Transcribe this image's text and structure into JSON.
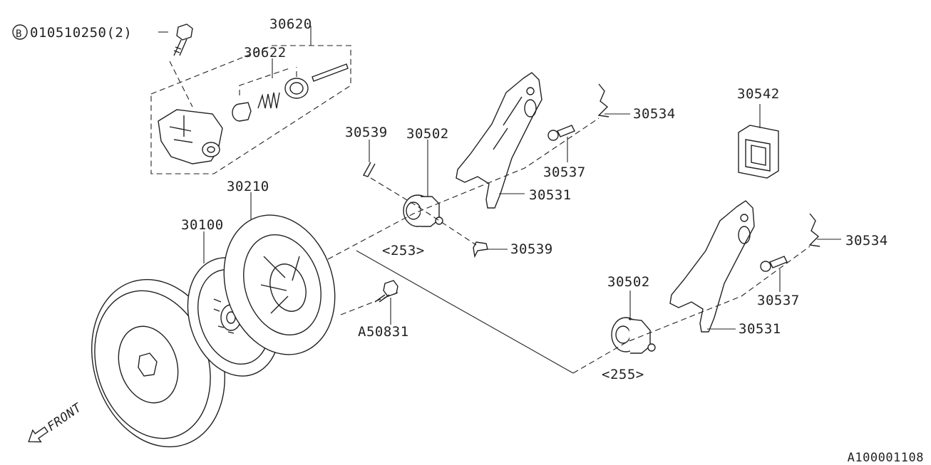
{
  "diagram": {
    "catalog_id": "A100001108",
    "front_label": "FRONT",
    "bolt_circle_letter": "B",
    "labels": {
      "bolt_spec": "010510250(2)",
      "p30620": "30620",
      "p30622": "30622",
      "p30210": "30210",
      "p30100": "30100",
      "p30539_top": "30539",
      "p30502_top": "30502",
      "p30534_top": "30534",
      "p30537_top": "30537",
      "p30531_top": "30531",
      "ref253": "<253>",
      "p30539_bottom": "30539",
      "p30542": "30542",
      "pA50831": "A50831",
      "p30502_bottom": "30502",
      "p30534_bottom": "30534",
      "p30537_bottom": "30537",
      "p30531_bottom": "30531",
      "ref255": "<255>"
    }
  }
}
